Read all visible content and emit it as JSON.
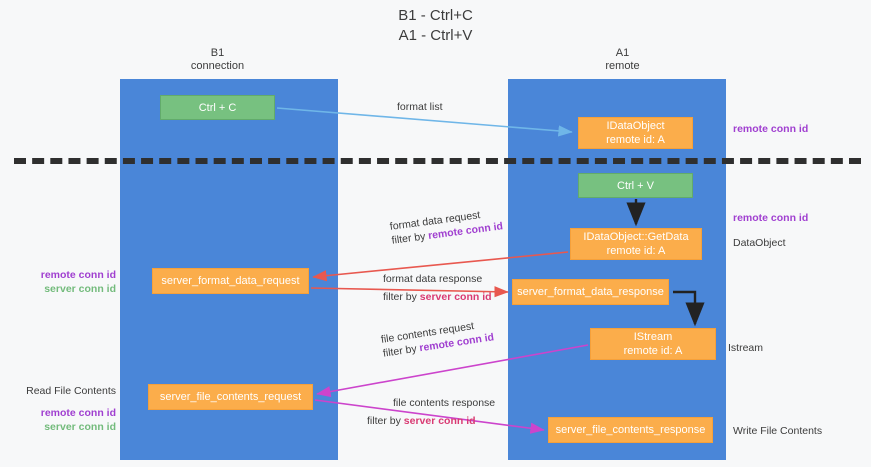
{
  "title": {
    "line1": "B1 - Ctrl+C",
    "line2": "A1 - Ctrl+V"
  },
  "columns": {
    "left": {
      "name": "B1",
      "role": "connection"
    },
    "right": {
      "name": "A1",
      "role": "remote"
    }
  },
  "nodes": {
    "ctrl_c": {
      "label": "Ctrl + C",
      "sub": "",
      "color": "#77c180"
    },
    "dataobject": {
      "label": "IDataObject",
      "sub": "remote id: A",
      "color": "#fbad4b"
    },
    "ctrl_v": {
      "label": "Ctrl + V",
      "sub": "",
      "color": "#77c180"
    },
    "getdata": {
      "label": "IDataObject::GetData",
      "sub": "remote id: A",
      "color": "#fbad4b"
    },
    "server_format_data_request": {
      "label": "server_format_data_request",
      "color": "#fbad4b"
    },
    "server_format_data_response": {
      "label": "server_format_data_response",
      "color": "#fbad4b"
    },
    "istream": {
      "label": "IStream",
      "sub": "remote id: A",
      "color": "#fbad4b"
    },
    "server_file_contents_request": {
      "label": "server_file_contents_request",
      "color": "#fbad4b"
    },
    "server_file_contents_response": {
      "label": "server_file_contents_response",
      "color": "#fbad4b"
    }
  },
  "edges": {
    "format_list": {
      "line1": "format list",
      "line2": "",
      "filter": ""
    },
    "format_data_request": {
      "line1": "format data request",
      "filter_prefix": "filter by ",
      "filter_key": "remote conn id"
    },
    "format_data_response": {
      "line1": "format data response",
      "filter_prefix": "filter by ",
      "filter_key": "server conn id"
    },
    "file_contents_request": {
      "line1": "file contents request",
      "filter_prefix": "filter by ",
      "filter_key": "remote conn id"
    },
    "file_contents_response": {
      "line1": "file contents response",
      "filter_prefix": "filter by ",
      "filter_key": "server conn id"
    }
  },
  "annotations": {
    "left_middle": {
      "remote": "remote conn id",
      "server": "server conn id"
    },
    "left_bottom": {
      "heading": "Read File Contents",
      "remote": "remote conn id",
      "server": "server conn id"
    },
    "right_top": {
      "remote": "remote conn id"
    },
    "right_mid_remote": {
      "remote": "remote conn id"
    },
    "right_dataobject": {
      "text": "DataObject"
    },
    "right_istream": {
      "text": "Istream"
    },
    "right_write": {
      "text": "Write File Contents"
    }
  },
  "colors": {
    "lane": "#4a86d8",
    "green_node": "#77c180",
    "orange_node": "#fbad4b",
    "remote_conn": "#a03fd0",
    "server_conn_green": "#73bb7c",
    "server_conn_pink": "#d93a73",
    "arrow_blue": "#6fb6e8",
    "arrow_red": "#e8584f",
    "arrow_magenta": "#cc44cc",
    "arrow_black": "#222222",
    "divider": "#2f2f2f",
    "background": "#f7f8f9"
  }
}
